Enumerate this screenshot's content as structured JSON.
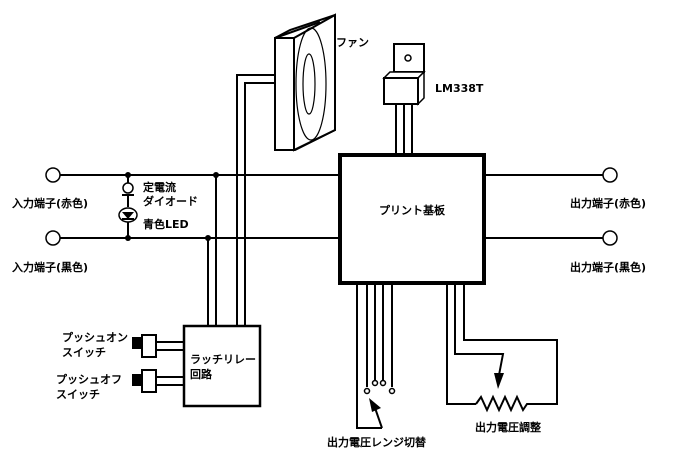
{
  "labels": {
    "fan": "ファン",
    "regulator": "LM338T",
    "board": "プリント基板",
    "input_red": "入力端子(赤色)",
    "input_black": "入力端子(黒色)",
    "output_red": "出力端子(赤色)",
    "output_black": "出力端子(黒色)",
    "crd_line1": "定電流",
    "crd_line2": "ダイオード",
    "led": "青色LED",
    "push_on_line1": "プッシュオン",
    "push_on_line2": "スイッチ",
    "push_off_line1": "プッシュオフ",
    "push_off_line2": "スイッチ",
    "relay_line1": "ラッチリレー",
    "relay_line2": "回路",
    "range_switch": "出力電圧レンジ切替",
    "voltage_adjust": "出力電圧調整"
  },
  "colors": {
    "line": "#000000",
    "background": "#ffffff"
  }
}
